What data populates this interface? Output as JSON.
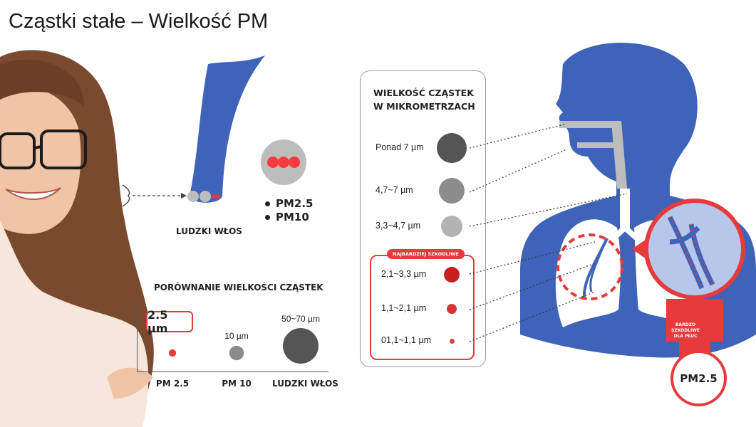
{
  "title": "Cząstki stałe – Wielkość PM",
  "hair": {
    "label": "LUDZKI WŁOS",
    "legend": [
      "PM2.5",
      "PM10"
    ]
  },
  "comparison": {
    "title": "PORÓWNANIE WIELKOŚCI CZĄSTEK",
    "callout": "2.5 µm",
    "items": [
      {
        "category": "PM 2.5",
        "size_label": "2.5 µm",
        "size_um": 2.5,
        "color": "#e63b3b"
      },
      {
        "category": "PM 10",
        "size_label": "10 µm",
        "size_um": 10,
        "color": "#8c8c8c"
      },
      {
        "category": "LUDZKI WŁOS",
        "size_label": "50~70 µm",
        "size_um": 60,
        "color": "#555555"
      }
    ]
  },
  "panel": {
    "title_line1": "WIELKOŚĆ CZĄSTEK",
    "title_line2": "W MIKROMETRZACH",
    "harmful_tag": "NAJBARDZIEJ SZKODLIWE",
    "sizes": [
      {
        "label": "Ponad 7 µm",
        "color": "#555555",
        "harmful": false
      },
      {
        "label": "4,7~7 µm",
        "color": "#8c8c8c",
        "harmful": false
      },
      {
        "label": "3,3~4,7 µm",
        "color": "#b3b3b3",
        "harmful": false
      },
      {
        "label": "2,1~3,3 µm",
        "color": "#c81e1e",
        "harmful": true
      },
      {
        "label": "1,1~2,1 µm",
        "color": "#d63434",
        "harmful": true
      },
      {
        "label": "01,1~1,1 µm",
        "color": "#e63b3b",
        "harmful": true
      }
    ]
  },
  "body_diagram": {
    "very_harmful_line1": "BARDZO SZKODLIWE",
    "very_harmful_line2": "DLA PŁUC",
    "pm_label": "PM2.5"
  },
  "colors": {
    "blue": "#3f63b8",
    "red": "#e63b3b",
    "gray_light": "#bdbdbd"
  }
}
